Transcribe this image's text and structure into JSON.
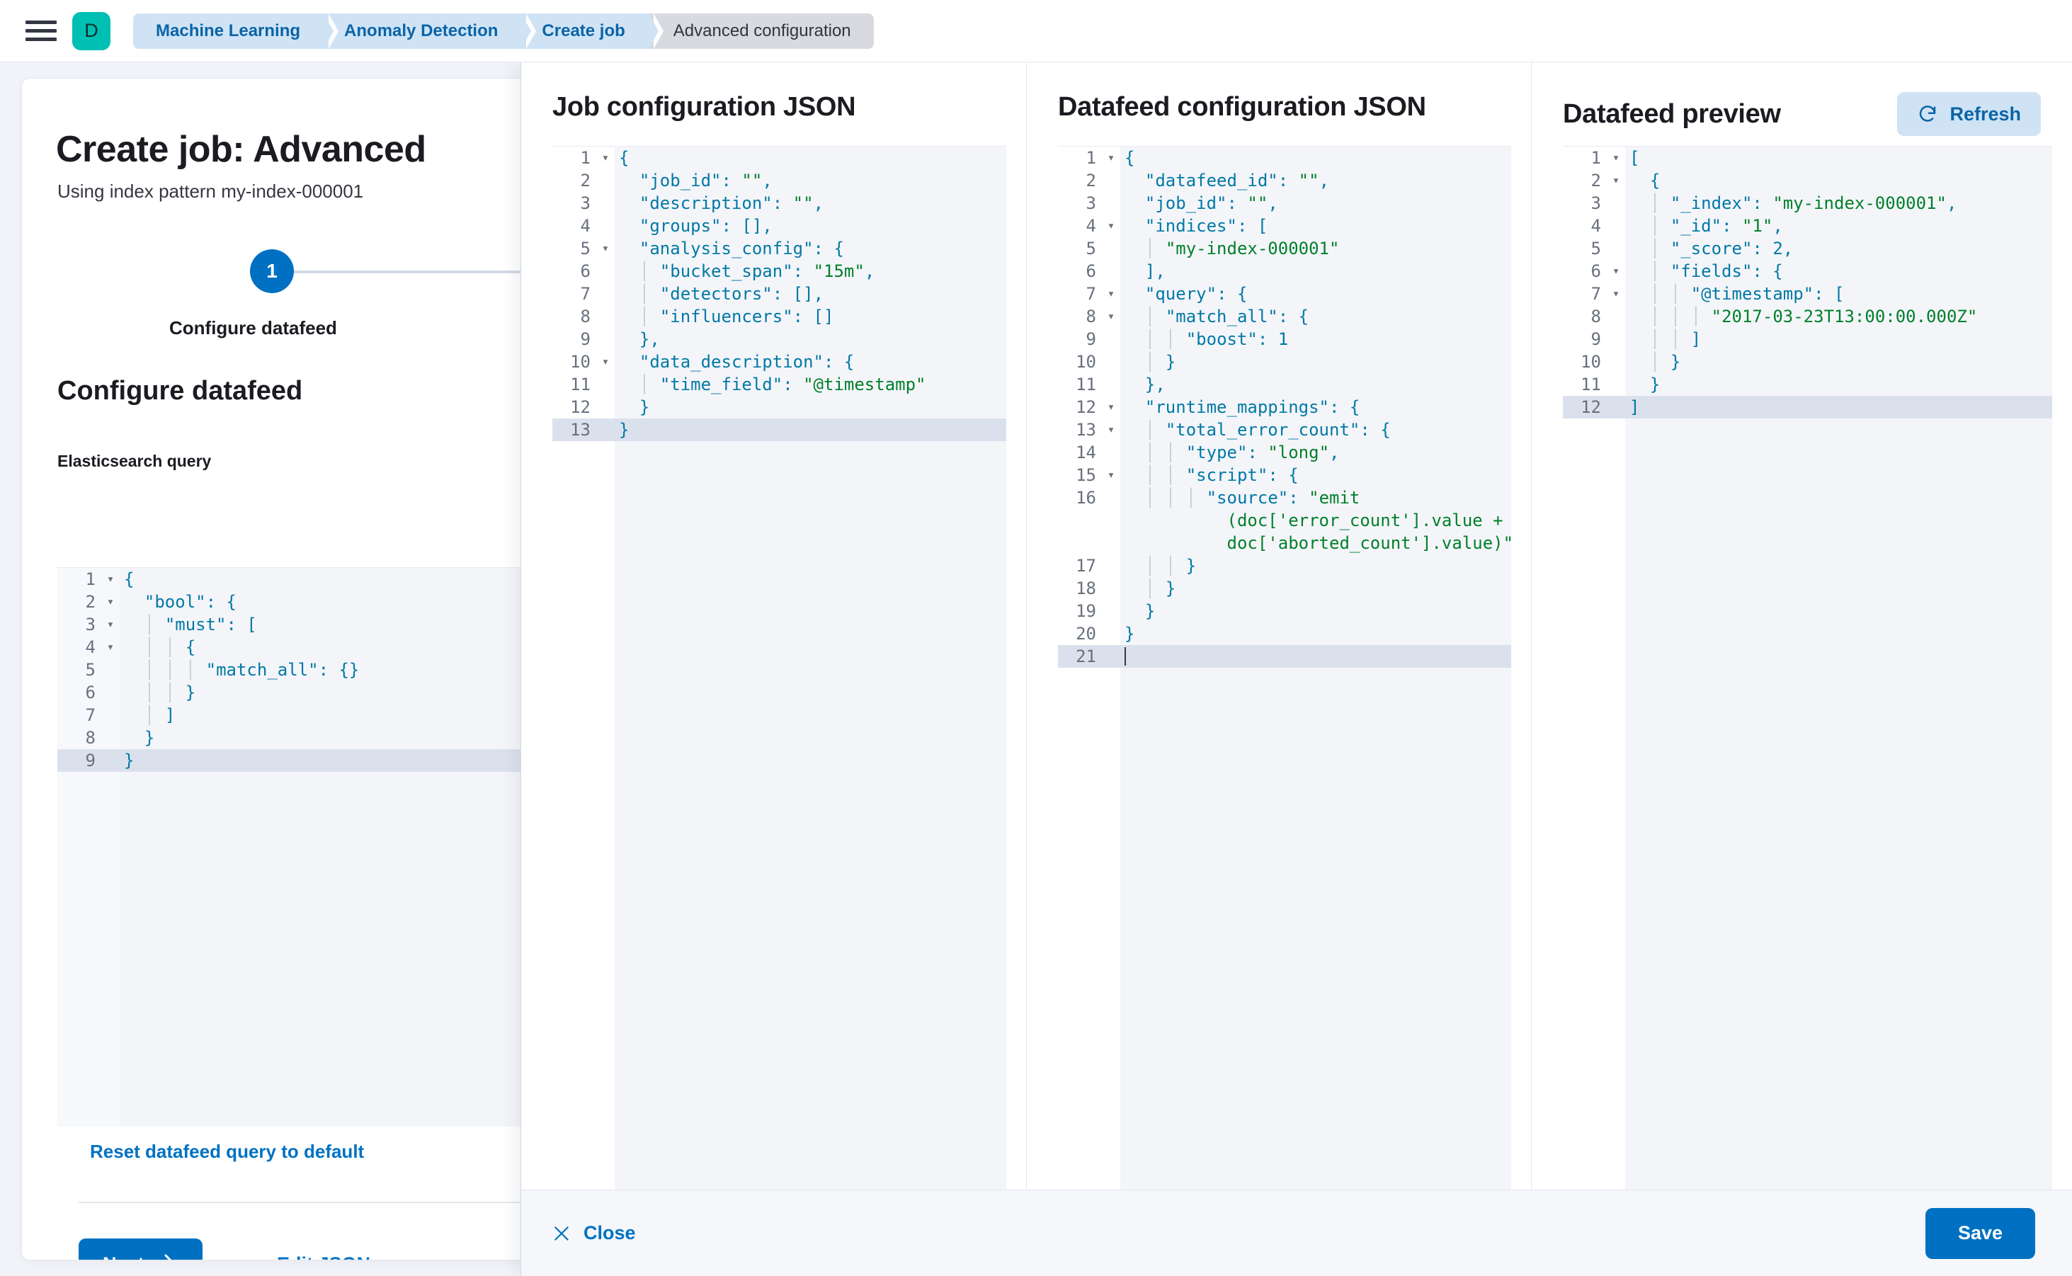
{
  "topbar": {
    "menu_icon": "hamburger-menu-icon",
    "space_avatar_letter": "D",
    "breadcrumbs": [
      {
        "label": "Machine Learning",
        "active": false
      },
      {
        "label": "Anomaly Detection",
        "active": false
      },
      {
        "label": "Create job",
        "active": false
      },
      {
        "label": "Advanced configuration",
        "active": true
      }
    ]
  },
  "wizard": {
    "title": "Create job: Advanced",
    "subtitle": "Using index pattern my-index-000001",
    "step_number": "1",
    "step_label": "Configure datafeed",
    "section_title": "Configure datafeed",
    "query_field_label": "Elasticsearch query",
    "reset_link": "Reset datafeed query to default",
    "next_button": "Next",
    "next_icon": "chevron-right-icon",
    "edit_json_button": "Edit JSON",
    "query_editor": {
      "lines": [
        {
          "n": "1",
          "fold": true,
          "html": "<span class=\"k\">{</span>"
        },
        {
          "n": "2",
          "fold": true,
          "html": "  <span class=\"k\">\"bool\"</span><span class=\"k\">: {</span>"
        },
        {
          "n": "3",
          "fold": true,
          "html": "  <span class=\"ind\">│</span> <span class=\"k\">\"must\"</span><span class=\"k\">: [</span>"
        },
        {
          "n": "4",
          "fold": true,
          "html": "  <span class=\"ind\">│</span> <span class=\"ind\">│</span> <span class=\"k\">{</span>"
        },
        {
          "n": "5",
          "fold": false,
          "html": "  <span class=\"ind\">│</span> <span class=\"ind\">│</span> <span class=\"ind\">│</span> <span class=\"k\">\"match_all\"</span><span class=\"k\">: {}</span>"
        },
        {
          "n": "6",
          "fold": false,
          "html": "  <span class=\"ind\">│</span> <span class=\"ind\">│</span> <span class=\"k\">}</span>"
        },
        {
          "n": "7",
          "fold": false,
          "html": "  <span class=\"ind\">│</span> <span class=\"k\">]</span>"
        },
        {
          "n": "8",
          "fold": false,
          "html": "  <span class=\"k\">}</span>"
        },
        {
          "n": "9",
          "fold": false,
          "active": true,
          "html": "<span class=\"k\">}</span>"
        }
      ]
    }
  },
  "flyout": {
    "columns": [
      {
        "title": "Job configuration JSON",
        "has_refresh": false
      },
      {
        "title": "Datafeed configuration JSON",
        "has_refresh": false
      },
      {
        "title": "Datafeed preview",
        "has_refresh": true,
        "refresh_label": "Refresh",
        "refresh_icon": "refresh-icon"
      }
    ],
    "job_config_editor": {
      "lines": [
        {
          "n": "1",
          "fold": true,
          "html": "<span class=\"k\">{</span>"
        },
        {
          "n": "2",
          "fold": false,
          "html": "  <span class=\"k\">\"job_id\"</span><span class=\"k\">: </span><span class=\"s\">\"\"</span><span class=\"k\">,</span>"
        },
        {
          "n": "3",
          "fold": false,
          "html": "  <span class=\"k\">\"description\"</span><span class=\"k\">: </span><span class=\"s\">\"\"</span><span class=\"k\">,</span>"
        },
        {
          "n": "4",
          "fold": false,
          "html": "  <span class=\"k\">\"groups\"</span><span class=\"k\">: []</span><span class=\"k\">,</span>"
        },
        {
          "n": "5",
          "fold": true,
          "html": "  <span class=\"k\">\"analysis_config\"</span><span class=\"k\">: {</span>"
        },
        {
          "n": "6",
          "fold": false,
          "html": "  <span class=\"ind\">│</span> <span class=\"k\">\"bucket_span\"</span><span class=\"k\">: </span><span class=\"s\">\"15m\"</span><span class=\"k\">,</span>"
        },
        {
          "n": "7",
          "fold": false,
          "html": "  <span class=\"ind\">│</span> <span class=\"k\">\"detectors\"</span><span class=\"k\">: []</span><span class=\"k\">,</span>"
        },
        {
          "n": "8",
          "fold": false,
          "html": "  <span class=\"ind\">│</span> <span class=\"k\">\"influencers\"</span><span class=\"k\">: []</span>"
        },
        {
          "n": "9",
          "fold": false,
          "html": "  <span class=\"k\">}</span><span class=\"k\">,</span>"
        },
        {
          "n": "10",
          "fold": true,
          "html": "  <span class=\"k\">\"data_description\"</span><span class=\"k\">: {</span>"
        },
        {
          "n": "11",
          "fold": false,
          "html": "  <span class=\"ind\">│</span> <span class=\"k\">\"time_field\"</span><span class=\"k\">: </span><span class=\"s\">\"@timestamp\"</span>"
        },
        {
          "n": "12",
          "fold": false,
          "html": "  <span class=\"k\">}</span>"
        },
        {
          "n": "13",
          "fold": false,
          "active": true,
          "html": "<span class=\"k\">}</span>"
        }
      ]
    },
    "datafeed_config_editor": {
      "lines": [
        {
          "n": "1",
          "fold": true,
          "html": "<span class=\"k\">{</span>"
        },
        {
          "n": "2",
          "fold": false,
          "html": "  <span class=\"k\">\"datafeed_id\"</span><span class=\"k\">: </span><span class=\"s\">\"\"</span><span class=\"k\">,</span>"
        },
        {
          "n": "3",
          "fold": false,
          "html": "  <span class=\"k\">\"job_id\"</span><span class=\"k\">: </span><span class=\"s\">\"\"</span><span class=\"k\">,</span>"
        },
        {
          "n": "4",
          "fold": true,
          "html": "  <span class=\"k\">\"indices\"</span><span class=\"k\">: [</span>"
        },
        {
          "n": "5",
          "fold": false,
          "html": "  <span class=\"ind\">│</span> <span class=\"s\">\"my-index-000001\"</span>"
        },
        {
          "n": "6",
          "fold": false,
          "html": "  <span class=\"k\">],</span>"
        },
        {
          "n": "7",
          "fold": true,
          "html": "  <span class=\"k\">\"query\"</span><span class=\"k\">: {</span>"
        },
        {
          "n": "8",
          "fold": true,
          "html": "  <span class=\"ind\">│</span> <span class=\"k\">\"match_all\"</span><span class=\"k\">: {</span>"
        },
        {
          "n": "9",
          "fold": false,
          "html": "  <span class=\"ind\">│</span> <span class=\"ind\">│</span> <span class=\"k\">\"boost\"</span><span class=\"k\">: </span><span class=\"n\">1</span>"
        },
        {
          "n": "10",
          "fold": false,
          "html": "  <span class=\"ind\">│</span> <span class=\"k\">}</span>"
        },
        {
          "n": "11",
          "fold": false,
          "html": "  <span class=\"k\">},</span>"
        },
        {
          "n": "12",
          "fold": true,
          "html": "  <span class=\"k\">\"runtime_mappings\"</span><span class=\"k\">: {</span>"
        },
        {
          "n": "13",
          "fold": true,
          "html": "  <span class=\"ind\">│</span> <span class=\"k\">\"total_error_count\"</span><span class=\"k\">: {</span>"
        },
        {
          "n": "14",
          "fold": false,
          "html": "  <span class=\"ind\">│</span> <span class=\"ind\">│</span> <span class=\"k\">\"type\"</span><span class=\"k\">: </span><span class=\"s\">\"long\"</span><span class=\"k\">,</span>"
        },
        {
          "n": "15",
          "fold": true,
          "html": "  <span class=\"ind\">│</span> <span class=\"ind\">│</span> <span class=\"k\">\"script\"</span><span class=\"k\">: {</span>"
        },
        {
          "n": "16",
          "fold": false,
          "wrap": true,
          "html": "  <span class=\"ind\">│</span> <span class=\"ind\">│</span> <span class=\"ind\">│</span> <span class=\"k\">\"source\"</span><span class=\"k\">: </span><span class=\"s\">\"emit</span>\n          <span class=\"s\">(doc['error_count'].value +</span>\n          <span class=\"s\">doc['aborted_count'].value)\"</span>"
        },
        {
          "n": "17",
          "fold": false,
          "html": "  <span class=\"ind\">│</span> <span class=\"ind\">│</span> <span class=\"k\">}</span>"
        },
        {
          "n": "18",
          "fold": false,
          "html": "  <span class=\"ind\">│</span> <span class=\"k\">}</span>"
        },
        {
          "n": "19",
          "fold": false,
          "html": "  <span class=\"k\">}</span>"
        },
        {
          "n": "20",
          "fold": false,
          "html": "<span class=\"k\">}</span>"
        },
        {
          "n": "21",
          "fold": false,
          "active": true,
          "html": "<span class=\"caret\"></span>"
        }
      ]
    },
    "datafeed_preview_editor": {
      "lines": [
        {
          "n": "1",
          "fold": true,
          "html": "<span class=\"k\">[</span>"
        },
        {
          "n": "2",
          "fold": true,
          "html": "  <span class=\"k\">{</span>"
        },
        {
          "n": "3",
          "fold": false,
          "html": "  <span class=\"ind\">│</span> <span class=\"k\">\"_index\"</span><span class=\"k\">: </span><span class=\"s\">\"my-index-000001\"</span><span class=\"k\">,</span>"
        },
        {
          "n": "4",
          "fold": false,
          "html": "  <span class=\"ind\">│</span> <span class=\"k\">\"_id\"</span><span class=\"k\">: </span><span class=\"s\">\"1\"</span><span class=\"k\">,</span>"
        },
        {
          "n": "5",
          "fold": false,
          "html": "  <span class=\"ind\">│</span> <span class=\"k\">\"_score\"</span><span class=\"k\">: </span><span class=\"n\">2</span><span class=\"k\">,</span>"
        },
        {
          "n": "6",
          "fold": true,
          "html": "  <span class=\"ind\">│</span> <span class=\"k\">\"fields\"</span><span class=\"k\">: {</span>"
        },
        {
          "n": "7",
          "fold": true,
          "html": "  <span class=\"ind\">│</span> <span class=\"ind\">│</span> <span class=\"k\">\"@timestamp\"</span><span class=\"k\">: [</span>"
        },
        {
          "n": "8",
          "fold": false,
          "html": "  <span class=\"ind\">│</span> <span class=\"ind\">│</span> <span class=\"ind\">│</span> <span class=\"s\">\"2017-03-23T13:00:00.000Z\"</span>"
        },
        {
          "n": "9",
          "fold": false,
          "html": "  <span class=\"ind\">│</span> <span class=\"ind\">│</span> <span class=\"k\">]</span>"
        },
        {
          "n": "10",
          "fold": false,
          "html": "  <span class=\"ind\">│</span> <span class=\"k\">}</span>"
        },
        {
          "n": "11",
          "fold": false,
          "html": "  <span class=\"k\">}</span>"
        },
        {
          "n": "12",
          "fold": false,
          "active": true,
          "html": "<span class=\"k\">]</span>"
        }
      ]
    },
    "footer": {
      "close_label": "Close",
      "close_icon": "close-x-icon",
      "save_label": "Save"
    }
  },
  "colors": {
    "primary": "#0071c2",
    "space_avatar": "#00bfb3",
    "breadcrumb_bg": "#cfe3f5",
    "breadcrumb_text": "#0b64a6",
    "breadcrumb_active_bg": "#d8dae0",
    "editor_bg": "#f4f5f9",
    "active_line": "#dbe1ec",
    "json_key": "#0079a5",
    "json_string": "#00802b"
  }
}
